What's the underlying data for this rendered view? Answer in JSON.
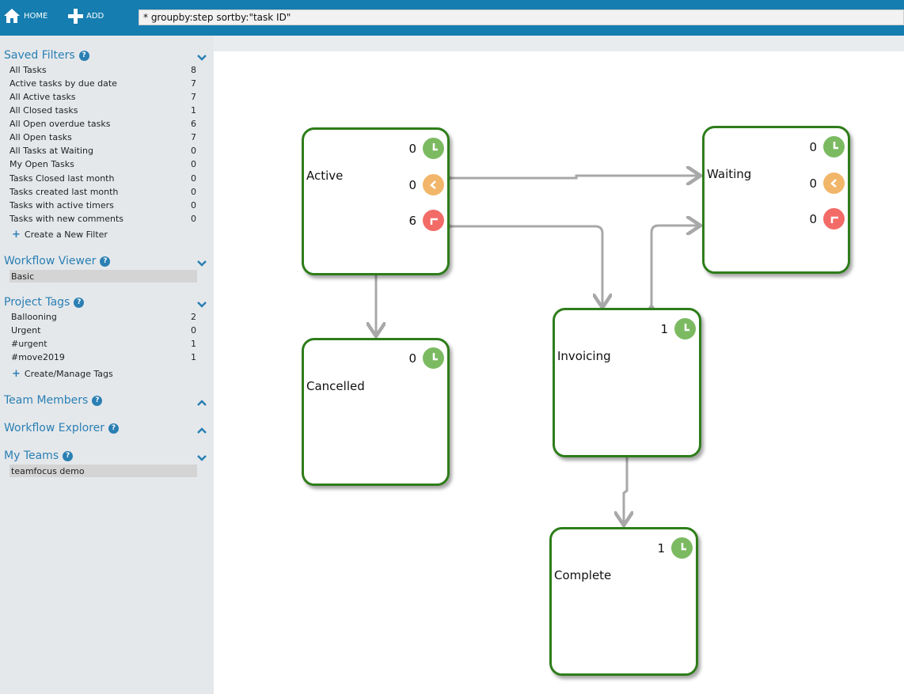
{
  "topbar": {
    "home_label": "HOME",
    "add_label": "ADD",
    "search_value": "* groupby:step sortby:\"task ID\""
  },
  "sidebar": {
    "saved_filters": {
      "title": "Saved Filters",
      "items": [
        {
          "label": "All Tasks",
          "count": "8"
        },
        {
          "label": "Active tasks by due date",
          "count": "7"
        },
        {
          "label": "All Active tasks",
          "count": "7"
        },
        {
          "label": "All Closed tasks",
          "count": "1"
        },
        {
          "label": "All Open overdue tasks",
          "count": "6"
        },
        {
          "label": "All Open tasks",
          "count": "7"
        },
        {
          "label": "All Tasks at Waiting",
          "count": "0"
        },
        {
          "label": "My Open Tasks",
          "count": "0"
        },
        {
          "label": "Tasks Closed last month",
          "count": "0"
        },
        {
          "label": "Tasks created last month",
          "count": "0"
        },
        {
          "label": "Tasks with active timers",
          "count": "0"
        },
        {
          "label": "Tasks with new comments",
          "count": "0"
        }
      ],
      "action": "Create a New Filter"
    },
    "workflow_viewer": {
      "title": "Workflow Viewer",
      "selected": "Basic"
    },
    "project_tags": {
      "title": "Project Tags",
      "items": [
        {
          "label": "Ballooning",
          "count": "2"
        },
        {
          "label": "Urgent",
          "count": "0"
        },
        {
          "label": "#urgent",
          "count": "1"
        },
        {
          "label": "#move2019",
          "count": "1"
        }
      ],
      "action": "Create/Manage Tags"
    },
    "team_members": {
      "title": "Team Members"
    },
    "workflow_explorer": {
      "title": "Workflow Explorer"
    },
    "my_teams": {
      "title": "My Teams",
      "selected": "teamfocus demo"
    }
  },
  "workflow": {
    "active": {
      "label": "Active",
      "on_time": "0",
      "due_soon": "0",
      "overdue": "6"
    },
    "waiting": {
      "label": "Waiting",
      "on_time": "0",
      "due_soon": "0",
      "overdue": "0"
    },
    "cancelled": {
      "label": "Cancelled",
      "on_time": "0"
    },
    "invoicing": {
      "label": "Invoicing",
      "on_time": "1"
    },
    "complete": {
      "label": "Complete",
      "on_time": "1"
    }
  },
  "colors": {
    "accent": "#157db0",
    "node_border": "#2e7d1a",
    "on_time": "#7cba62",
    "due_soon": "#f2b66a",
    "overdue": "#f26b67"
  }
}
